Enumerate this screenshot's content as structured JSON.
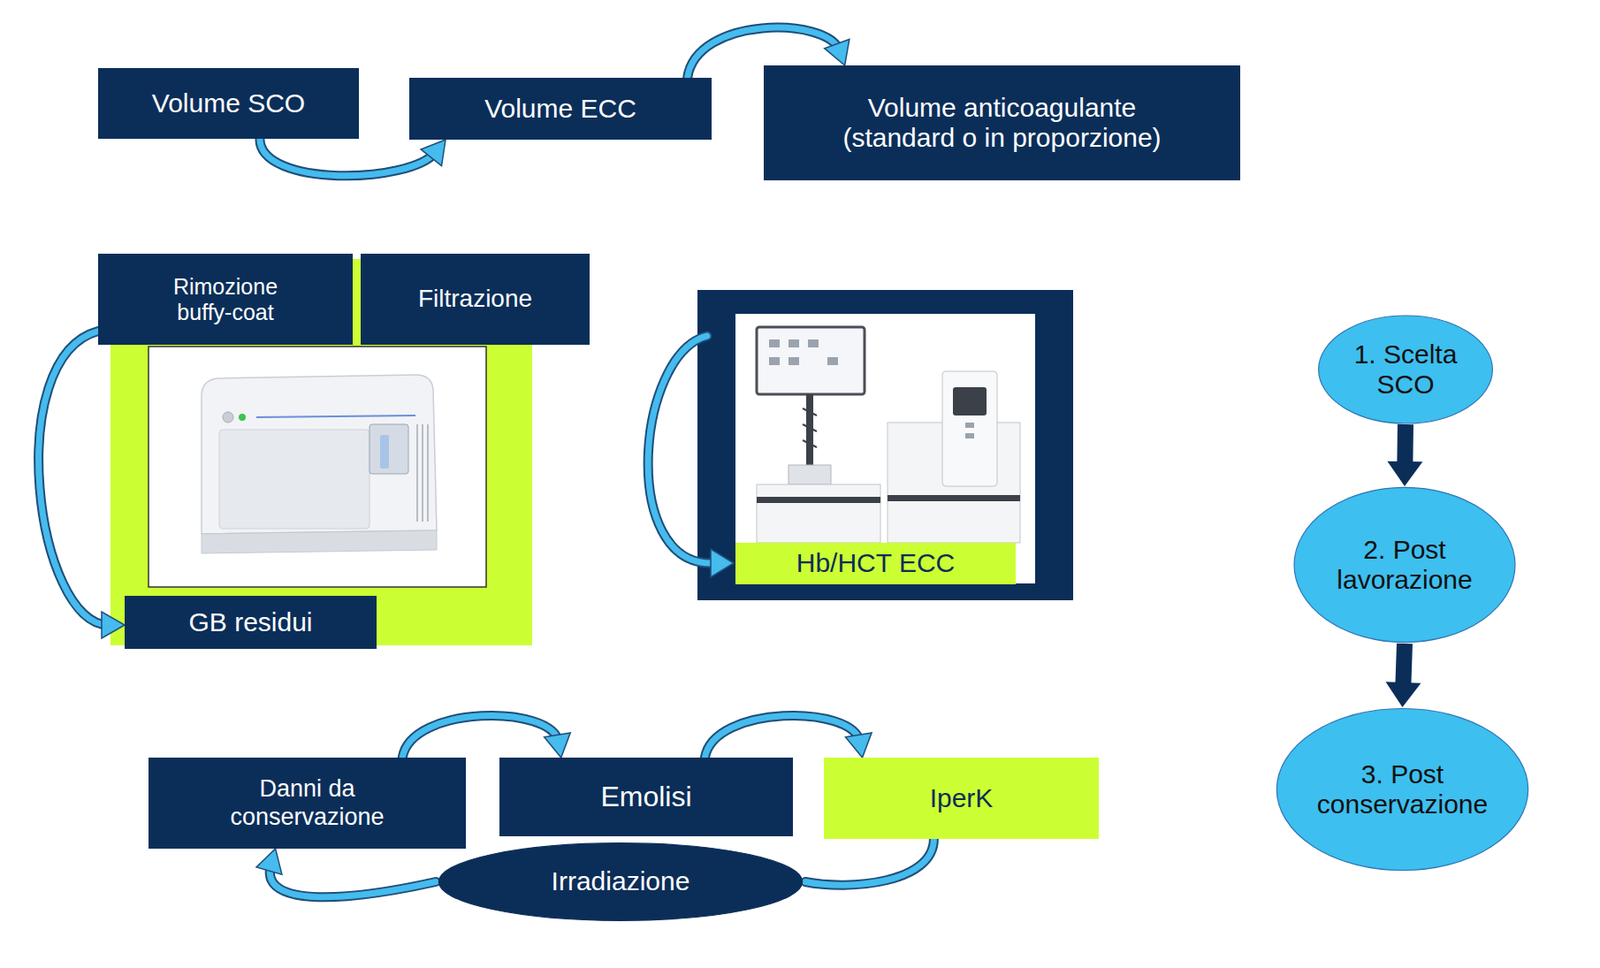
{
  "diagram": {
    "nodes": [
      {
        "text": [
          "Volume SCO"
        ]
      },
      {
        "text": [
          "Volume ECC"
        ]
      },
      {
        "text": [
          "Volume anticoagulante (standard o in proporzione)"
        ]
      },
      {
        "text": [
          "Rimozione buffy-coat"
        ]
      },
      {
        "text": [
          "Filtrazione"
        ]
      },
      {
        "text": [
          "GB residui"
        ]
      },
      {
        "text": [
          "Hb/HCT ECC"
        ]
      },
      {
        "text": [
          "1. Scelta SCO"
        ]
      },
      {
        "text": [
          "2. Post lavorazione"
        ]
      },
      {
        "text": [
          "3. Post conservazione"
        ]
      },
      {
        "text": [
          "Danni da conservazione"
        ]
      },
      {
        "text": [
          "Emolisi"
        ]
      },
      {
        "text": [
          "IperK"
        ]
      },
      {
        "text": [
          "Irradiazione"
        ]
      }
    ],
    "edges": [
      {
        "from": 0,
        "to": 1,
        "arrow": "to"
      },
      {
        "from": 1,
        "to": 2,
        "arrow": "to"
      },
      {
        "from": 3,
        "to": 5,
        "arrow": "to"
      },
      {
        "from": 7,
        "to": 8,
        "arrow": "to"
      },
      {
        "from": 8,
        "to": 9,
        "arrow": "to"
      },
      {
        "from": 10,
        "to": 11,
        "arrow": "to"
      },
      {
        "from": 11,
        "to": 12,
        "arrow": "to"
      },
      {
        "from": 12,
        "to": 13,
        "arrow": "none"
      },
      {
        "from": 13,
        "to": 10,
        "arrow": "to"
      }
    ]
  }
}
